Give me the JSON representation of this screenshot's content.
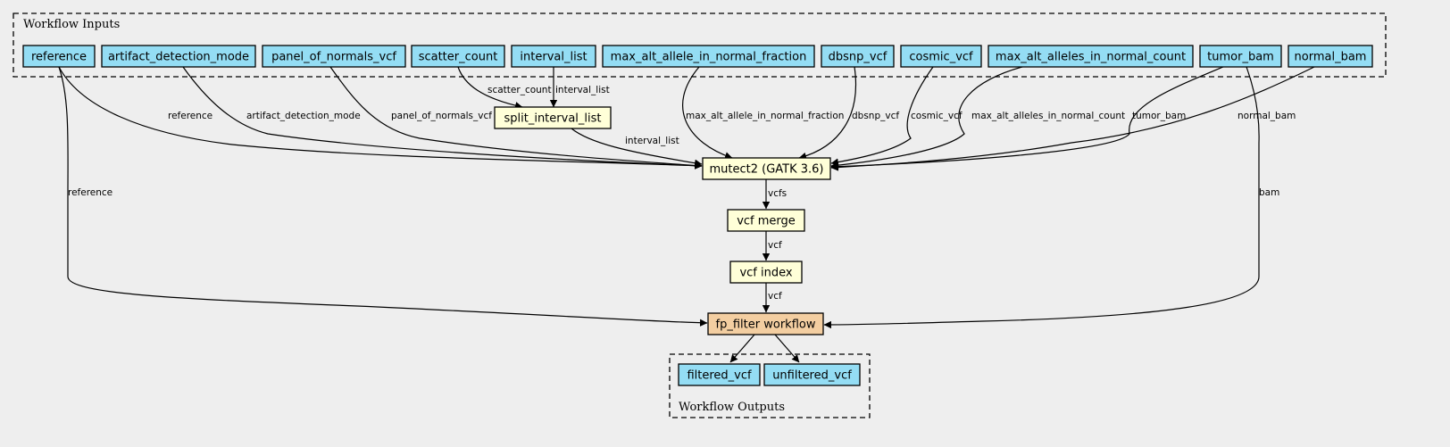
{
  "colors": {
    "background": "#eeeeee",
    "input": "#94ddf4",
    "step": "#ffffd8",
    "workflow": "#f3cea1",
    "output": "#94ddf4"
  },
  "clusters": {
    "inputs": {
      "label": "Workflow Inputs"
    },
    "outputs": {
      "label": "Workflow Outputs"
    }
  },
  "nodes": {
    "reference": {
      "label": "reference",
      "kind": "input"
    },
    "artifact_detection_mode": {
      "label": "artifact_detection_mode",
      "kind": "input"
    },
    "panel_of_normals_vcf": {
      "label": "panel_of_normals_vcf",
      "kind": "input"
    },
    "scatter_count": {
      "label": "scatter_count",
      "kind": "input"
    },
    "interval_list": {
      "label": "interval_list",
      "kind": "input"
    },
    "max_alt_allele_in_normal_fraction": {
      "label": "max_alt_allele_in_normal_fraction",
      "kind": "input"
    },
    "dbsnp_vcf": {
      "label": "dbsnp_vcf",
      "kind": "input"
    },
    "cosmic_vcf": {
      "label": "cosmic_vcf",
      "kind": "input"
    },
    "max_alt_alleles_in_normal_count": {
      "label": "max_alt_alleles_in_normal_count",
      "kind": "input"
    },
    "tumor_bam": {
      "label": "tumor_bam",
      "kind": "input"
    },
    "normal_bam": {
      "label": "normal_bam",
      "kind": "input"
    },
    "split_interval_list": {
      "label": "split_interval_list",
      "kind": "step"
    },
    "mutect2": {
      "label": "mutect2 (GATK 3.6)",
      "kind": "step"
    },
    "vcf_merge": {
      "label": "vcf merge",
      "kind": "step"
    },
    "vcf_index": {
      "label": "vcf index",
      "kind": "step"
    },
    "fp_filter": {
      "label": "fp_filter workflow",
      "kind": "workflow"
    },
    "filtered_vcf": {
      "label": "filtered_vcf",
      "kind": "output"
    },
    "unfiltered_vcf": {
      "label": "unfiltered_vcf",
      "kind": "output"
    }
  },
  "edges": [
    {
      "from": "reference",
      "to": "mutect2",
      "label": "reference"
    },
    {
      "from": "artifact_detection_mode",
      "to": "mutect2",
      "label": "artifact_detection_mode"
    },
    {
      "from": "panel_of_normals_vcf",
      "to": "mutect2",
      "label": "panel_of_normals_vcf"
    },
    {
      "from": "scatter_count",
      "to": "split_interval_list",
      "label": "scatter_count"
    },
    {
      "from": "interval_list",
      "to": "split_interval_list",
      "label": "interval_list"
    },
    {
      "from": "split_interval_list",
      "to": "mutect2",
      "label": "interval_list"
    },
    {
      "from": "max_alt_allele_in_normal_fraction",
      "to": "mutect2",
      "label": "max_alt_allele_in_normal_fraction"
    },
    {
      "from": "dbsnp_vcf",
      "to": "mutect2",
      "label": "dbsnp_vcf"
    },
    {
      "from": "cosmic_vcf",
      "to": "mutect2",
      "label": "cosmic_vcf"
    },
    {
      "from": "max_alt_alleles_in_normal_count",
      "to": "mutect2",
      "label": "max_alt_alleles_in_normal_count"
    },
    {
      "from": "tumor_bam",
      "to": "mutect2",
      "label": "tumor_bam"
    },
    {
      "from": "normal_bam",
      "to": "mutect2",
      "label": "normal_bam"
    },
    {
      "from": "mutect2",
      "to": "vcf_merge",
      "label": "vcfs"
    },
    {
      "from": "vcf_merge",
      "to": "vcf_index",
      "label": "vcf"
    },
    {
      "from": "vcf_index",
      "to": "fp_filter",
      "label": "vcf"
    },
    {
      "from": "reference",
      "to": "fp_filter",
      "label": "reference"
    },
    {
      "from": "tumor_bam",
      "to": "fp_filter",
      "label": "bam"
    },
    {
      "from": "fp_filter",
      "to": "filtered_vcf",
      "label": ""
    },
    {
      "from": "fp_filter",
      "to": "unfiltered_vcf",
      "label": ""
    }
  ]
}
